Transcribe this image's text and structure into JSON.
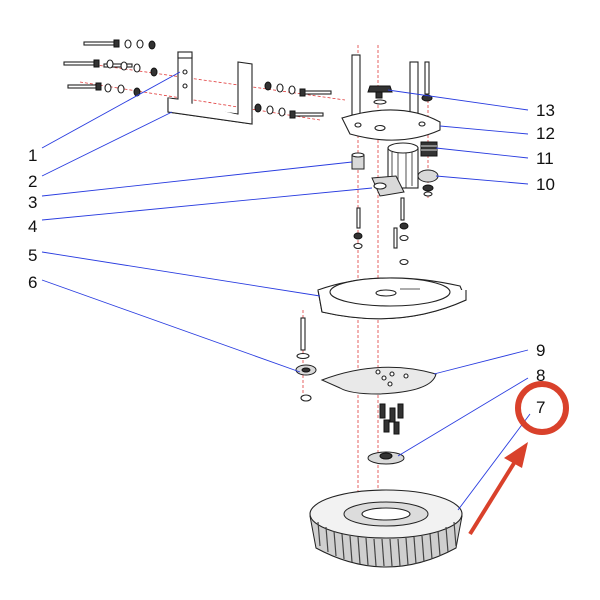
{
  "diagram": {
    "callouts": [
      {
        "id": "1",
        "label": "1"
      },
      {
        "id": "2",
        "label": "2"
      },
      {
        "id": "3",
        "label": "3"
      },
      {
        "id": "4",
        "label": "4"
      },
      {
        "id": "5",
        "label": "5"
      },
      {
        "id": "6",
        "label": "6"
      },
      {
        "id": "7",
        "label": "7"
      },
      {
        "id": "8",
        "label": "8"
      },
      {
        "id": "9",
        "label": "9"
      },
      {
        "id": "10",
        "label": "10"
      },
      {
        "id": "11",
        "label": "11"
      },
      {
        "id": "12",
        "label": "12"
      },
      {
        "id": "13",
        "label": "13"
      }
    ],
    "highlight": {
      "callout": "7",
      "circle_color": "#d9412b",
      "arrow_color": "#d9412b"
    },
    "colors": {
      "leader_lines": "#2a3de0",
      "center_axes": "#e03a3a"
    }
  }
}
